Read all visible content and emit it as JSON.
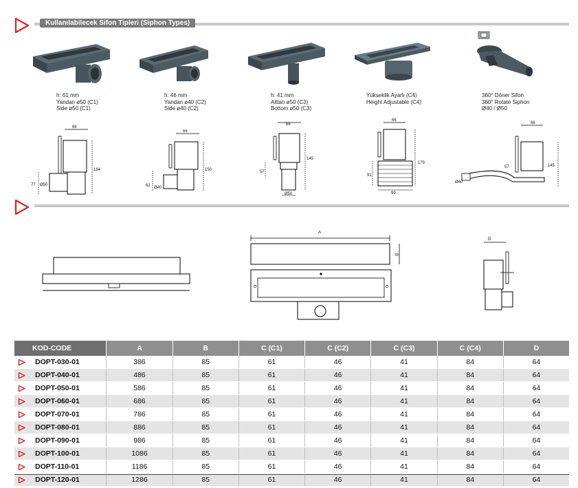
{
  "section1_title": "Kullanılabilecek Sifon Tipleri (Siphon Types)",
  "colors": {
    "accent": "#e2231a",
    "header_grey": "#8f8f8f",
    "kod_grey": "#6f6f6f",
    "rule_grey": "#c8c8c8",
    "siphon_body": "#4b5a63"
  },
  "siphons": [
    {
      "lines": [
        "h: 61 mm",
        "Yandan ø50 (C1)",
        "Side ø50 (C1)"
      ],
      "dims": [
        "66",
        "164",
        "77",
        "Ø50"
      ]
    },
    {
      "lines": [
        "h: 46 mm",
        "Yandan ø40 (C2)",
        "Side ø40 (C2)"
      ],
      "dims": [
        "66",
        "150",
        "62",
        "Ø40"
      ]
    },
    {
      "lines": [
        "h: 41 mm",
        "Alttan ø50 (C3)",
        "Bottom ø50 (C3)"
      ],
      "dims": [
        "66",
        "145",
        "57",
        "Ø50"
      ]
    },
    {
      "lines": [
        "Yükseklik Ayarlı (C4)",
        "Height Adjustable (C4)"
      ],
      "dims": [
        "66",
        "179",
        "91",
        "99"
      ]
    },
    {
      "lines": [
        "360° Döner Sifon",
        "360° Rotate Siphon",
        "Ø40 / Ø50"
      ],
      "dims": [
        "66",
        "145",
        "57",
        "Ø40"
      ]
    }
  ],
  "drawing_dims": {
    "a": "A",
    "b": "B",
    "d": "D"
  },
  "table": {
    "headers": [
      "KOD-CODE",
      "A",
      "B",
      "C (C1)",
      "C (C2)",
      "C (C3)",
      "C (C4)",
      "D"
    ],
    "rows": [
      [
        "DOPT-030-01",
        "386",
        "85",
        "61",
        "46",
        "41",
        "84",
        "64"
      ],
      [
        "DOPT-040-01",
        "486",
        "85",
        "61",
        "46",
        "41",
        "84",
        "64"
      ],
      [
        "DOPT-050-01",
        "586",
        "85",
        "61",
        "46",
        "41",
        "84",
        "64"
      ],
      [
        "DOPT-060-01",
        "686",
        "85",
        "61",
        "46",
        "41",
        "84",
        "64"
      ],
      [
        "DOPT-070-01",
        "786",
        "85",
        "61",
        "46",
        "41",
        "84",
        "64"
      ],
      [
        "DOPT-080-01",
        "886",
        "85",
        "61",
        "46",
        "41",
        "84",
        "64"
      ],
      [
        "DOPT-090-01",
        "986",
        "85",
        "61",
        "46",
        "41",
        "84",
        "64"
      ],
      [
        "DOPT-100-01",
        "1086",
        "85",
        "61",
        "46",
        "41",
        "84",
        "64"
      ],
      [
        "DOPT-110-01",
        "1186",
        "85",
        "61",
        "46",
        "41",
        "84",
        "64"
      ],
      [
        "DOPT-120-01",
        "1286",
        "85",
        "61",
        "46",
        "41",
        "84",
        "64"
      ]
    ]
  }
}
